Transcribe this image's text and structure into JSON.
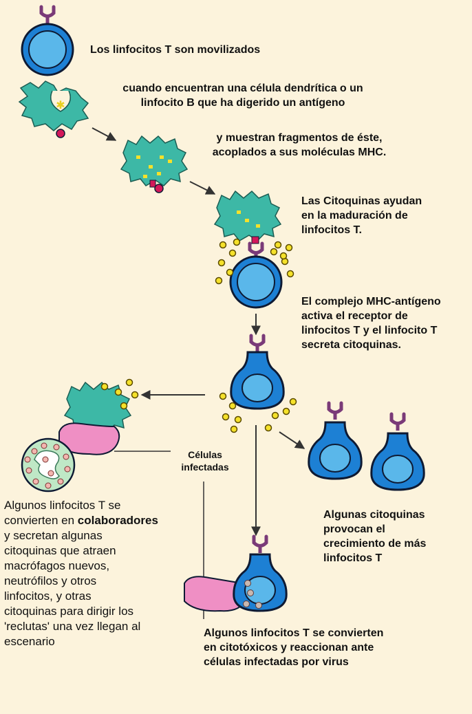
{
  "captions": {
    "mobilized": "Los linfocitos T son movilizados",
    "dendritic": "cuando encuentran una célula dendrítica o un\nlinfocito B que ha digerido un antígeno",
    "fragments": "y muestran fragmentos de éste,\nacoplados a sus moléculas MHC.",
    "cytokines_help": "Las Citoquinas ayudan\nen la maduración de\nlinfocitos T.",
    "mhc_complex": "El complejo MHC-antígeno\nactiva el receptor de\nlinfocitos T y el linfocito T\nsecreta citoquinas.",
    "infected_cells": "Células\ninfectadas",
    "helpers_pre": "Algunos linfocitos T se\nconvierten en ",
    "helpers_bold": "colaboradores",
    "helpers_post": "\ny secretan algunas\ncitoquinas que atraen\nmacrófagos nuevos,\nneutrófilos y otros\nlinfocitos, y otras\ncitoquinas para dirigir los\n'reclutas' una vez llegan al\nescenario",
    "growth": "Algunas citoquinas\nprovocan el\ncrecimiento de más\nlinfocitos T",
    "cytotoxic_pre": "Algunos linfocitos T se convierten\nen ",
    "cytotoxic_bold": "citotóxicos",
    "cytotoxic_post": " y reaccionan ante\ncélulas infectadas por virus"
  },
  "colors": {
    "background": "#fcf3dc",
    "t_cell": "#1d80d4",
    "t_cell_nucleus": "#5ab7ea",
    "outline": "#0e1a33",
    "dendritic": "#3db8a6",
    "receptor": "#7a3a78",
    "mhc": "#d3185a",
    "cytokine": "#f5e12a",
    "infected_cell": "#ef8fc4",
    "macrophage": "#bfe8c6"
  }
}
